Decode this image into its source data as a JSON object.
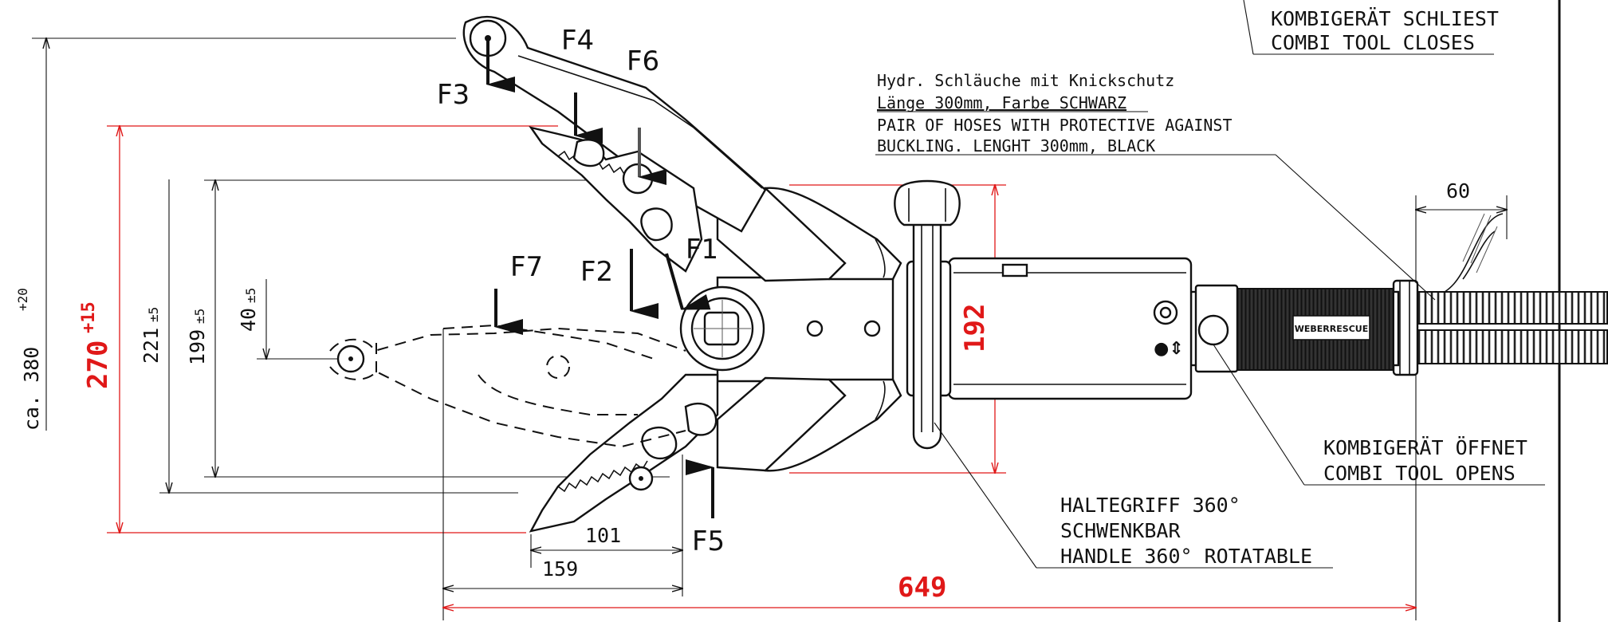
{
  "notes": {
    "closes_de": "KOMBIGERÄT SCHLIEST",
    "closes_en": "COMBI TOOL CLOSES",
    "hoses_1": "Hydr. Schläuche mit Knickschutz",
    "hoses_2": "Länge 300mm, Farbe SCHWARZ",
    "hoses_3": "PAIR OF HOSES WITH PROTECTIVE AGAINST",
    "hoses_4": "BUCKLING. LENGHT 300mm, BLACK",
    "opens_de": "KOMBIGERÄT ÖFFNET",
    "opens_en": "COMBI TOOL OPENS",
    "handle_1": "HALTEGRIFF 360°",
    "handle_2": "SCHWENKBAR",
    "handle_3": "HANDLE 360° ROTATABLE"
  },
  "dimensions": {
    "total_height": "ca. 380",
    "total_height_tol": "+20",
    "opening_height": "270",
    "opening_height_tol": "+15",
    "blade_221": "221",
    "blade_221_tol": "±5",
    "blade_199": "199",
    "blade_199_tol": "±5",
    "tip_40": "40",
    "tip_40_tol": "±5",
    "body_192": "192",
    "hose_60": "60",
    "jaw_101": "101",
    "jaw_159": "159",
    "length_649": "649"
  },
  "forces": [
    "F1",
    "F2",
    "F3",
    "F4",
    "F5",
    "F6",
    "F7"
  ],
  "brand_label": "WEBERRESCUE",
  "colors": {
    "dimension_red": "#e01818",
    "line": "#111111"
  }
}
